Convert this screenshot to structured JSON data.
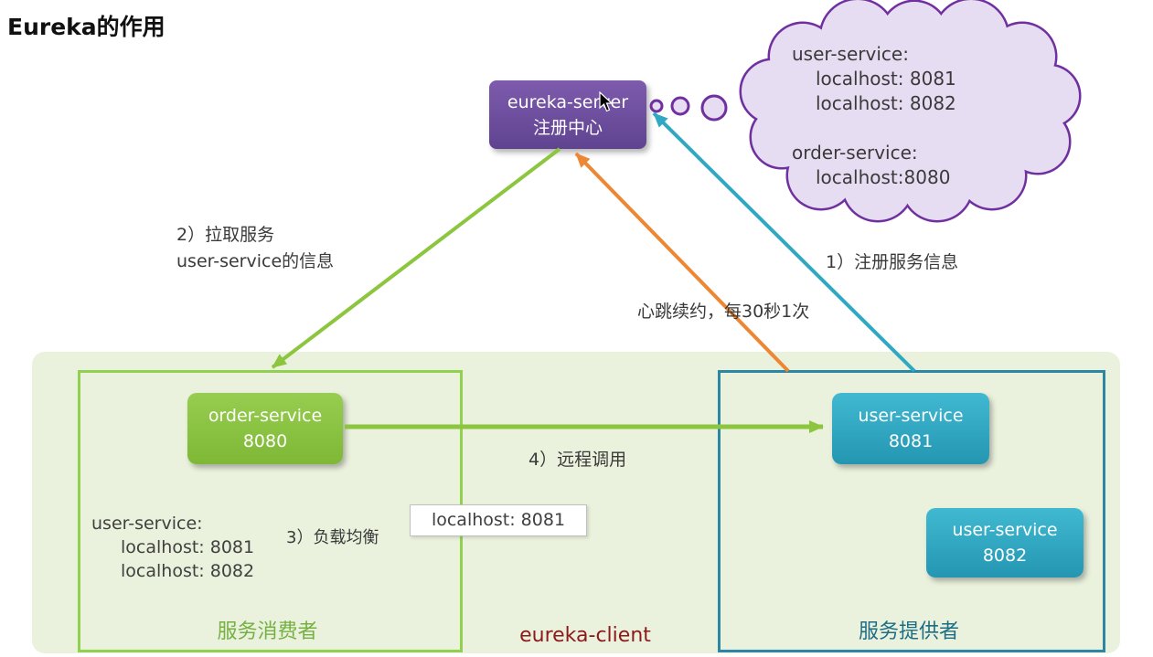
{
  "title": "Eureka的作用",
  "colors": {
    "purple_box": "#6F4D9B",
    "purple_outline": "#7030A0",
    "cloud_fill": "#E7DDF3",
    "green": "#8CC63F",
    "green_border": "#92D050",
    "teal": "#2FA8C3",
    "teal_border": "#2E86A5",
    "orange": "#ED8733",
    "client_area_bg": "#EAF2DD",
    "eureka_client_text": "#8C1A1A"
  },
  "eureka_server": {
    "name": "eureka-server",
    "subtitle": "注册中心"
  },
  "cloud": {
    "lines": [
      "user-service:",
      "localhost: 8081",
      "localhost: 8082",
      "",
      "order-service:",
      "localhost:8080"
    ]
  },
  "labels": {
    "register": "1）注册服务信息",
    "pull_line1": "2）拉取服务",
    "pull_line2": "user-service的信息",
    "load_balance": "3）负载均衡",
    "remote_call": "4）远程调用",
    "heartbeat": "心跳续约，每30秒1次",
    "localhost_callout": "localhost: 8081"
  },
  "consumer": {
    "zone_label": "服务消费者",
    "service": {
      "name": "order-service",
      "port": "8080"
    },
    "registry": [
      "user-service:",
      "localhost: 8081",
      "localhost: 8082"
    ]
  },
  "provider": {
    "zone_label": "服务提供者",
    "services": [
      {
        "name": "user-service",
        "port": "8081"
      },
      {
        "name": "user-service",
        "port": "8082"
      }
    ]
  },
  "footer": {
    "eureka_client": "eureka-client"
  }
}
